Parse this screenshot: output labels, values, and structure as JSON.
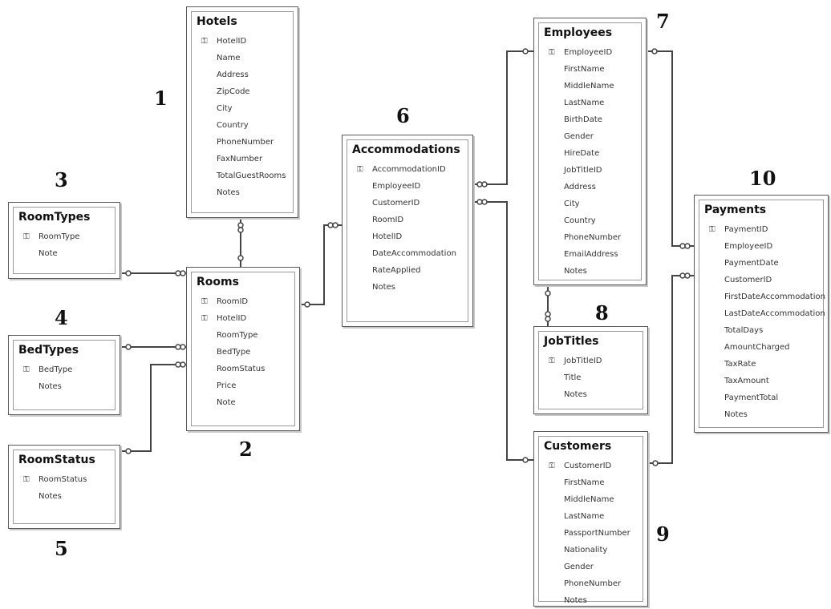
{
  "tables": [
    {
      "id": "hotels",
      "name": "Hotels",
      "key_icon": "key-icon",
      "fields": [
        {
          "name": "HotelID",
          "pk": true
        },
        {
          "name": "Name"
        },
        {
          "name": "Address"
        },
        {
          "name": "ZipCode"
        },
        {
          "name": "City"
        },
        {
          "name": "Country"
        },
        {
          "name": "PhoneNumber"
        },
        {
          "name": "FaxNumber"
        },
        {
          "name": "TotalGuestRooms"
        },
        {
          "name": "Notes"
        }
      ]
    },
    {
      "id": "roomtypes",
      "name": "RoomTypes",
      "fields": [
        {
          "name": "RoomType",
          "pk": true
        },
        {
          "name": "Note"
        }
      ]
    },
    {
      "id": "rooms",
      "name": "Rooms",
      "fields": [
        {
          "name": "RoomID",
          "pk": true
        },
        {
          "name": "HotelID",
          "pk": true
        },
        {
          "name": "RoomType"
        },
        {
          "name": "BedType"
        },
        {
          "name": "RoomStatus"
        },
        {
          "name": "Price"
        },
        {
          "name": "Note"
        }
      ]
    },
    {
      "id": "bedtypes",
      "name": "BedTypes",
      "fields": [
        {
          "name": "BedType",
          "pk": true
        },
        {
          "name": "Notes"
        }
      ]
    },
    {
      "id": "roomstatus",
      "name": "RoomStatus",
      "fields": [
        {
          "name": "RoomStatus",
          "pk": true
        },
        {
          "name": "Notes"
        }
      ]
    },
    {
      "id": "accommodations",
      "name": "Accommodations",
      "fields": [
        {
          "name": "AccommodationID",
          "pk": true
        },
        {
          "name": "EmployeeID"
        },
        {
          "name": "CustomerID"
        },
        {
          "name": "RoomID"
        },
        {
          "name": "HotelID"
        },
        {
          "name": "DateAccommodation"
        },
        {
          "name": "RateApplied"
        },
        {
          "name": "Notes"
        }
      ]
    },
    {
      "id": "employees",
      "name": "Employees",
      "fields": [
        {
          "name": "EmployeeID",
          "pk": true
        },
        {
          "name": "FirstName"
        },
        {
          "name": "MiddleName"
        },
        {
          "name": "LastName"
        },
        {
          "name": "BirthDate"
        },
        {
          "name": "Gender"
        },
        {
          "name": "HireDate"
        },
        {
          "name": "JobTitleID"
        },
        {
          "name": "Address"
        },
        {
          "name": "City"
        },
        {
          "name": "Country"
        },
        {
          "name": "PhoneNumber"
        },
        {
          "name": "EmailAddress"
        },
        {
          "name": "Notes"
        }
      ]
    },
    {
      "id": "jobtitles",
      "name": "JobTitles",
      "fields": [
        {
          "name": "JobTitleID",
          "pk": true
        },
        {
          "name": "Title"
        },
        {
          "name": "Notes"
        }
      ]
    },
    {
      "id": "customers",
      "name": "Customers",
      "fields": [
        {
          "name": "CustomerID",
          "pk": true
        },
        {
          "name": "FirstName"
        },
        {
          "name": "MiddleName"
        },
        {
          "name": "LastName"
        },
        {
          "name": "PassportNumber"
        },
        {
          "name": "Nationality"
        },
        {
          "name": "Gender"
        },
        {
          "name": "PhoneNumber"
        },
        {
          "name": "Notes"
        }
      ]
    },
    {
      "id": "payments",
      "name": "Payments",
      "fields": [
        {
          "name": "PaymentID",
          "pk": true
        },
        {
          "name": "EmployeeID"
        },
        {
          "name": "PaymentDate"
        },
        {
          "name": "CustomerID"
        },
        {
          "name": "FirstDateAccommodation"
        },
        {
          "name": "LastDateAccommodation"
        },
        {
          "name": "TotalDays"
        },
        {
          "name": "AmountCharged"
        },
        {
          "name": "TaxRate"
        },
        {
          "name": "TaxAmount"
        },
        {
          "name": "PaymentTotal"
        },
        {
          "name": "Notes"
        }
      ]
    }
  ],
  "numbers": {
    "n1": "1",
    "n2": "2",
    "n3": "3",
    "n4": "4",
    "n5": "5",
    "n6": "6",
    "n7": "7",
    "n8": "8",
    "n9": "9",
    "n10": "10"
  },
  "colors": {
    "line": "#444444",
    "border": "#5a5a5a"
  },
  "icons": {
    "primary_key": "key-icon",
    "relationship_end": "link-end-icon"
  }
}
